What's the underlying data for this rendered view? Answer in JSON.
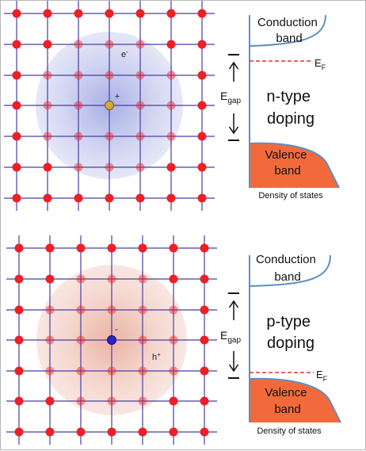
{
  "colors": {
    "lattice_line": "#4b3ca8",
    "atom": "#ee1f25",
    "n_cloud": "#8c96dc",
    "p_cloud": "#e6a08c",
    "donor_atom": "#d4a73a",
    "acceptor_atom": "#2a22c8",
    "band_fill": "#f26a3c",
    "band_edge": "#5e8fc0",
    "fermi": "#e23030"
  },
  "panels": [
    {
      "id": "n",
      "carrier_label": "e",
      "carrier_sup": "-",
      "dopant_sign": "+",
      "conduction_line1": "Conduction",
      "conduction_line2": "band",
      "fermi_main": "E",
      "fermi_sub": "F",
      "gap_main": "E",
      "gap_sub": "gap",
      "doping_line1": "n-type",
      "doping_line2": "doping",
      "valence_line1": "Valence",
      "valence_line2": "band",
      "dos_label": "Density of states"
    },
    {
      "id": "p",
      "carrier_label": "h",
      "carrier_sup": "+",
      "dopant_sign": "-",
      "conduction_line1": "Conduction",
      "conduction_line2": "band",
      "fermi_main": "E",
      "fermi_sub": "F",
      "gap_main": "E",
      "gap_sub": "gap",
      "doping_line1": "p-type",
      "doping_line2": "doping",
      "valence_line1": "Valence",
      "valence_line2": "band",
      "dos_label": "Density of states"
    }
  ]
}
